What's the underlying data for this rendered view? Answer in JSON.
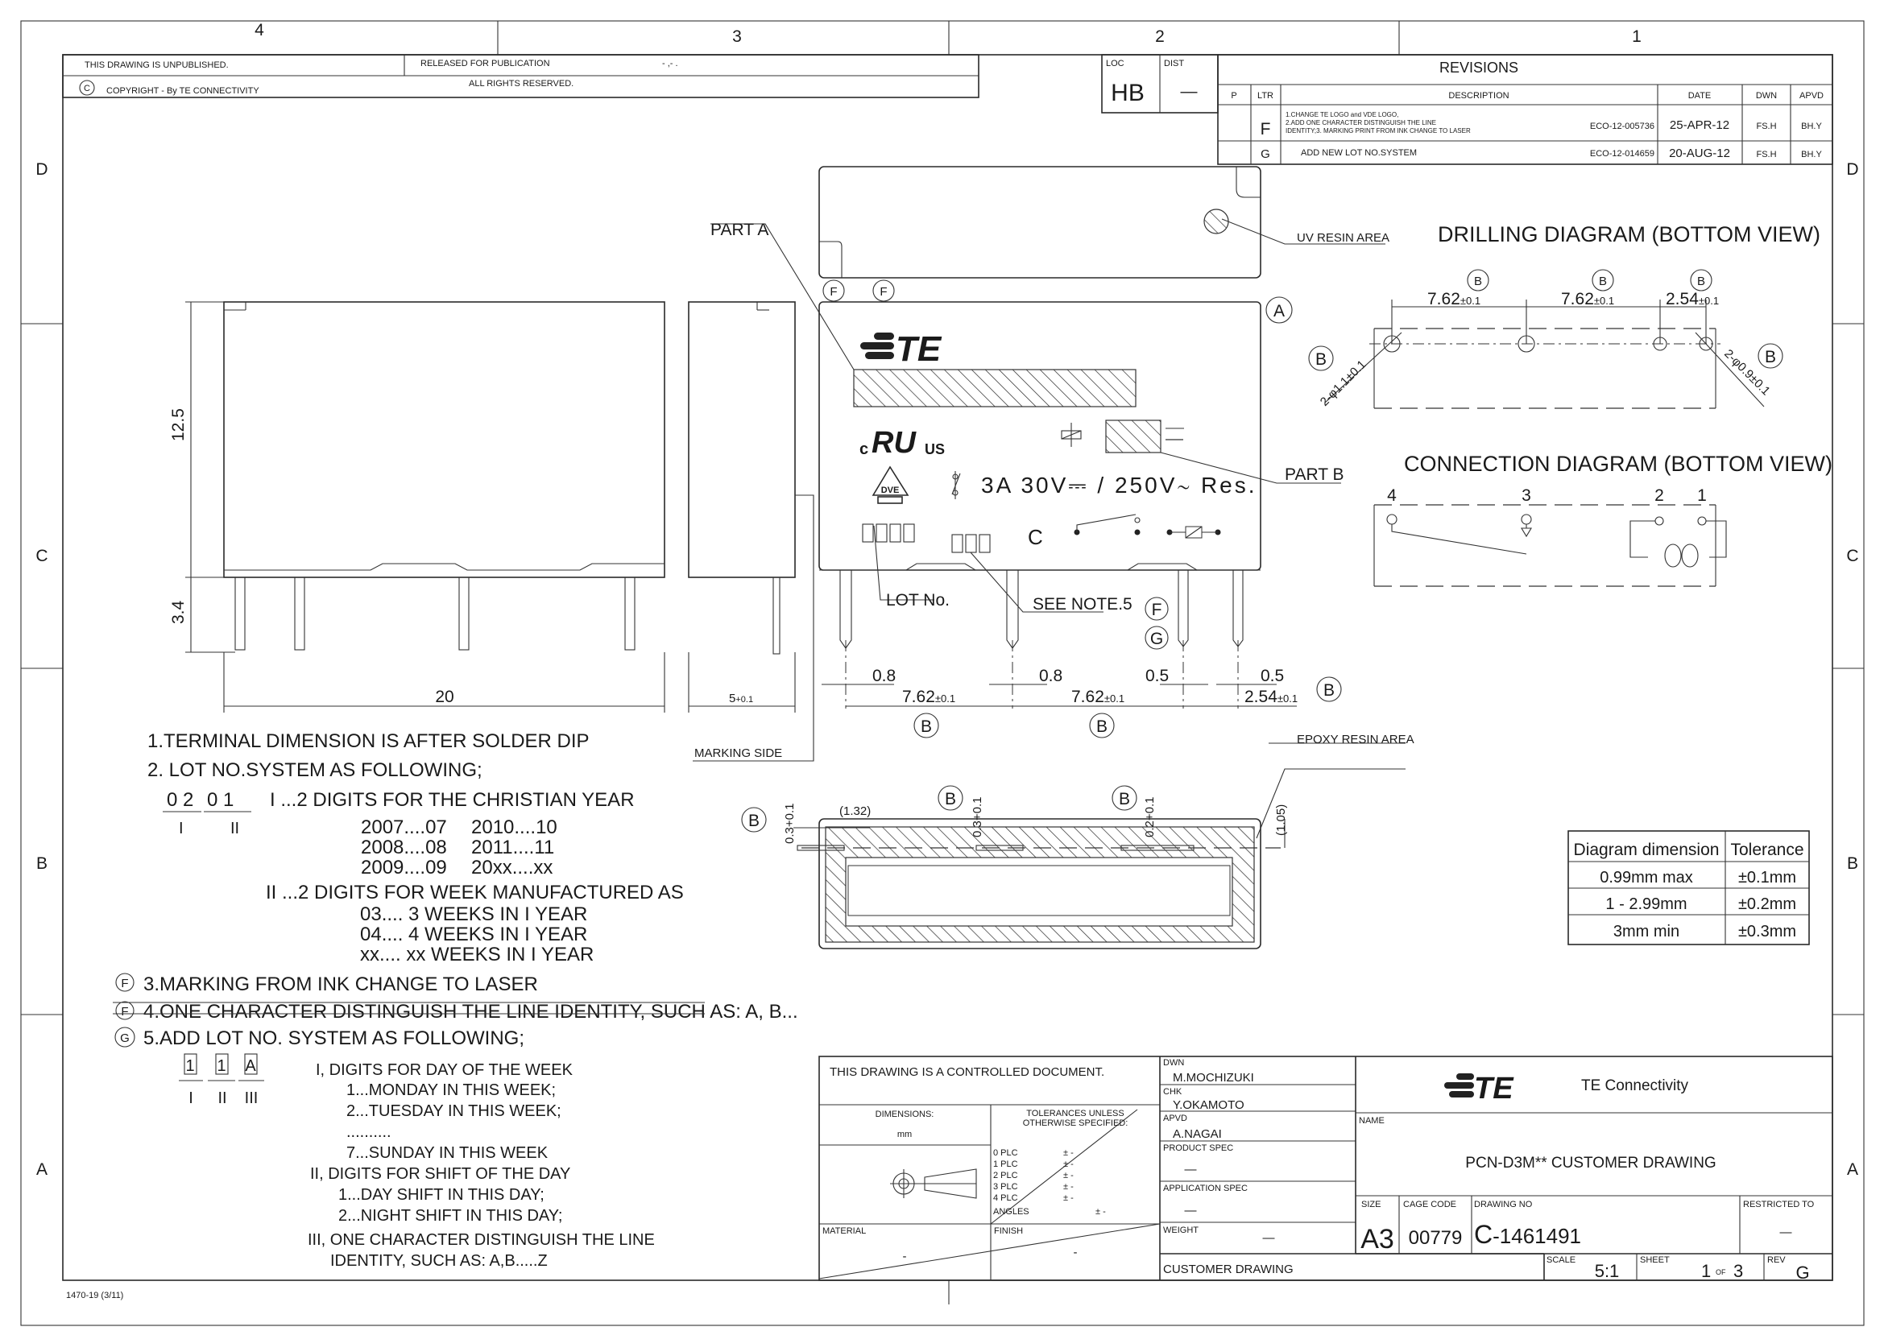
{
  "frame": {
    "zones_top": [
      "4",
      "3",
      "2",
      "1"
    ],
    "zones_side": [
      "D",
      "C",
      "B",
      "A"
    ],
    "form_no": "1470-19  (3/11)"
  },
  "header": {
    "unpublished": "THIS DRAWING IS UNPUBLISHED.",
    "released": "RELEASED FOR PUBLICATION",
    "released_value": "- ,-   .",
    "copyright_symbol": "C",
    "copyright": "COPYRIGHT  -     By TE CONNECTIVITY",
    "rights": "ALL RIGHTS RESERVED."
  },
  "loc": {
    "loc_label": "LOC",
    "loc_value": "HB",
    "dist_label": "DIST",
    "dist_value": "—"
  },
  "revisions": {
    "title": "REVISIONS",
    "columns": [
      "P",
      "LTR",
      "DESCRIPTION",
      "DATE",
      "DWN",
      "APVD"
    ],
    "rows": [
      {
        "ltr": "F",
        "desc_lines": [
          "1.CHANGE TE LOGO and VDE LOGO,",
          "2.ADD ONE CHARACTER DISTINGUISH THE LINE",
          "IDENTITY;3. MARKING PRINT FROM INK CHANGE TO LASER"
        ],
        "eco": "ECO-12-005736",
        "date": "25-APR-12",
        "dwn": "FS.H",
        "apvd": "BH.Y"
      },
      {
        "ltr": "G",
        "desc_lines": [
          "ADD NEW LOT NO.SYSTEM"
        ],
        "eco": "ECO-12-014659",
        "date": "20-AUG-12",
        "dwn": "FS.H",
        "apvd": "BH.Y"
      }
    ]
  },
  "views": {
    "dim_12_5": "12.5",
    "dim_3_4": "3.4",
    "dim_20": "20",
    "dim_5": "5",
    "tol_01": "+0.1",
    "part_a": "PART A",
    "part_b": "PART B",
    "uv_resin": "UV RESIN AREA",
    "lot_no": "LOT No.",
    "see_note": "SEE NOTE.5",
    "marking_side": "MARKING SIDE",
    "epoxy_resin": "EPOXY RESIN AREA",
    "logo_text": "TE",
    "ul_c": "c",
    "ul_us": "US",
    "ul_mark": "RU",
    "vde": "DVE",
    "rating": "3A  30V⎓ / 250V∼ Res.",
    "c_mark": "C",
    "rev_f": "F",
    "rev_g": "G",
    "rev_a": "A",
    "rev_b": "B",
    "dim_08": "0.8",
    "dim_05": "0.5",
    "dim_762": "7.62",
    "dim_254": "2.54",
    "pm01": "±0.1",
    "sec_132": "(1.32)",
    "sec_03": "0.3+0.1",
    "sec_02": "0.2+0.1",
    "sec_105": "(1.05)"
  },
  "drilling": {
    "title": "DRILLING DIAGRAM (BOTTOM VIEW)",
    "hole_left": "2-φ1.1±0.1",
    "hole_right": "2-φ0.9±0.1"
  },
  "connection": {
    "title": "CONNECTION DIAGRAM (BOTTOM VIEW)",
    "pins": [
      "4",
      "3",
      "2",
      "1"
    ]
  },
  "tolerance_table": {
    "headers": [
      "Diagram dimension",
      "Tolerance"
    ],
    "rows": [
      [
        "0.99mm max",
        "±0.1mm"
      ],
      [
        "1 - 2.99mm",
        "±0.2mm"
      ],
      [
        "3mm min",
        "±0.3mm"
      ]
    ]
  },
  "notes": {
    "n1": "1.TERMINAL DIMENSION IS AFTER SOLDER DIP",
    "n2": "2. LOT NO.SYSTEM AS FOLLOWING;",
    "lot_digits_1": "0 2",
    "lot_digits_2": "0 1",
    "roman_1": "I",
    "roman_2": "II",
    "roman_3": "III",
    "year_desc": "I ...2 DIGITS FOR THE CHRISTIAN YEAR",
    "years": [
      "2007....07",
      "2010....10",
      "2008....08",
      "2011....11",
      "2009....09",
      "20xx....xx"
    ],
    "week_desc": "II ...2 DIGITS FOR WEEK MANUFACTURED AS",
    "weeks": [
      "03.... 3 WEEKS IN I YEAR",
      "04.... 4 WEEKS IN I YEAR",
      "xx.... xx WEEKS IN I YEAR"
    ],
    "n3_tag": "F",
    "n3": "3.MARKING FROM INK CHANGE TO LASER",
    "n4_tag": "F",
    "n4": "4.ONE CHARACTER DISTINGUISH THE LINE IDENTITY, SUCH AS: A, B...",
    "n5_tag": "G",
    "n5": "5.ADD LOT NO. SYSTEM AS FOLLOWING;",
    "boxes": [
      "1",
      "1",
      "A"
    ],
    "lines": [
      "I, DIGITS FOR DAY OF THE WEEK",
      "1...MONDAY IN THIS WEEK;",
      "2...TUESDAY IN THIS WEEK;",
      "..........",
      "7...SUNDAY IN THIS WEEK",
      "II, DIGITS FOR SHIFT OF THE DAY",
      "1...DAY SHIFT IN THIS DAY;",
      "2...NIGHT SHIFT IN THIS DAY;",
      "III, ONE CHARACTER DISTINGUISH THE LINE",
      "IDENTITY, SUCH AS: A,B.....Z"
    ]
  },
  "title_block": {
    "controlled": "THIS DRAWING IS A CONTROLLED DOCUMENT.",
    "dimensions_label": "DIMENSIONS:",
    "dimensions_unit": "mm",
    "tolerances_label_1": "TOLERANCES UNLESS",
    "tolerances_label_2": "OTHERWISE SPECIFIED:",
    "plc": [
      "0 PLC",
      "1 PLC",
      "2 PLC",
      "3 PLC",
      "4 PLC"
    ],
    "plc_value": "± -",
    "angles": "ANGLES",
    "material_label": "MATERIAL",
    "material_value": "-",
    "finish_label": "FINISH",
    "finish_value": "-",
    "dwn_label": "DWN",
    "dwn_value": "M.MOCHIZUKI",
    "chk_label": "CHK",
    "chk_value": "Y.OKAMOTO",
    "apvd_label": "APVD",
    "apvd_value": "A.NAGAI",
    "product_spec_label": "PRODUCT SPEC",
    "product_spec_value": "—",
    "application_spec_label": "APPLICATION SPEC",
    "application_spec_value": "—",
    "weight_label": "WEIGHT",
    "weight_value": "—",
    "company_logo": "TE",
    "company": "TE  Connectivity",
    "name_label": "NAME",
    "name_value": "PCN-D3M**  CUSTOMER  DRAWING",
    "size_label": "SIZE",
    "size_value": "A3",
    "cage_label": "CAGE CODE",
    "cage_value": "00779",
    "dwg_label": "DRAWING NO",
    "dwg_prefix": "C",
    "dwg_value": "-1461491",
    "restricted_label": "RESTRICTED TO",
    "restricted_value": "—",
    "doc_type": "CUSTOMER  DRAWING",
    "scale_label": "SCALE",
    "scale_value": "5:1",
    "sheet_label": "SHEET",
    "sheet_value": "1",
    "sheet_of": "OF",
    "sheet_total": "3",
    "rev_label": "REV",
    "rev_value": "G"
  }
}
